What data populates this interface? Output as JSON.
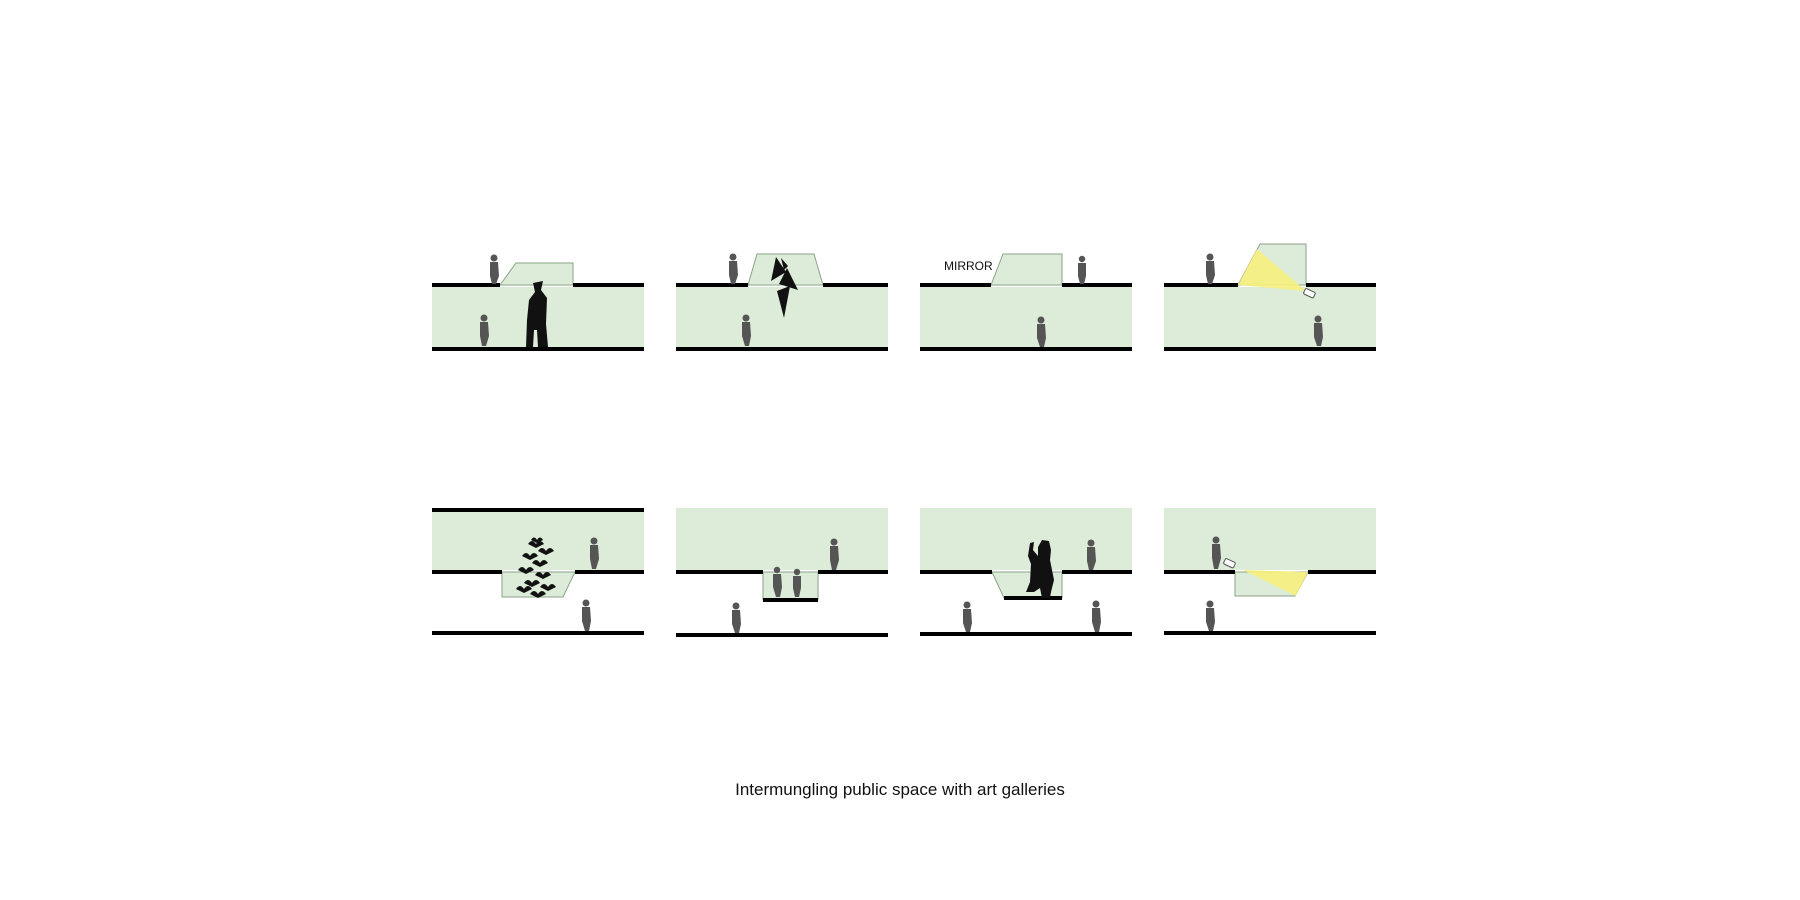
{
  "caption": "Intermungling public space with art galleries",
  "colors": {
    "space_fill": "#dcecd9",
    "space_stroke": "#9fb89b",
    "floor_line": "#000000",
    "person": "#555555",
    "sculpture": "#111111",
    "light_beam": "#f6f07c"
  },
  "sections": [
    {
      "id": "tall-sculpture",
      "row": 1
    },
    {
      "id": "angular-sculpture",
      "row": 1
    },
    {
      "id": "mirror",
      "row": 1,
      "label": "MIRROR"
    },
    {
      "id": "light-projection",
      "row": 1
    },
    {
      "id": "bird-flock",
      "row": 2
    },
    {
      "id": "sunken-gallery",
      "row": 2
    },
    {
      "id": "figure-statue",
      "row": 2
    },
    {
      "id": "light-projection-lower",
      "row": 2
    }
  ]
}
